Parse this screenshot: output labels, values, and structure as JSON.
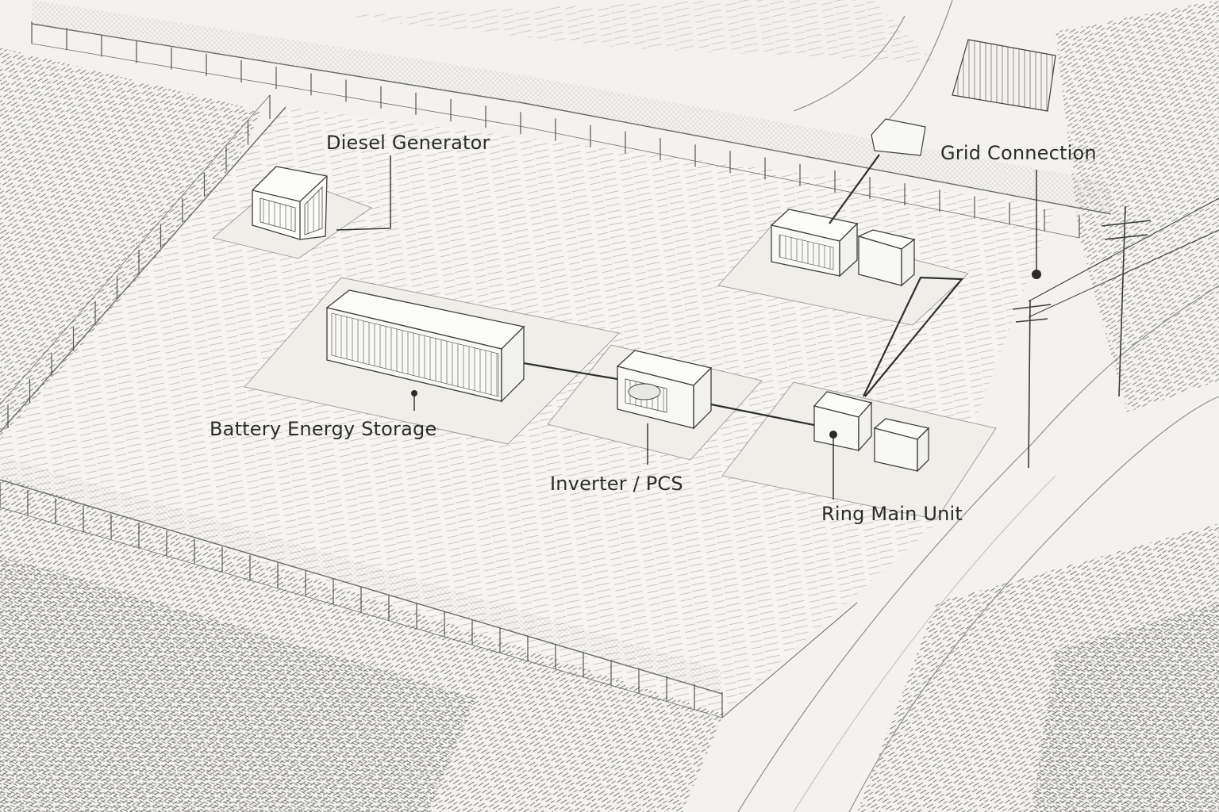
{
  "labels": {
    "diesel_generator": "Diesel Generator",
    "grid_connection": "Grid Connection",
    "battery_energy_storage": "Battery Energy Storage",
    "inverter_pcs": "Inverter / PCS",
    "ring_main_unit": "Ring Main Unit"
  },
  "colors": {
    "paper": "#f3f2ee",
    "ink": "#2b2b2b",
    "pencil": "#6a6a6a"
  }
}
